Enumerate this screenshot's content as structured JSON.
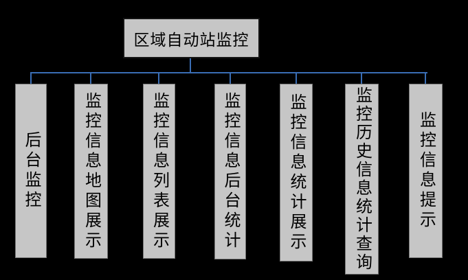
{
  "diagram": {
    "root": {
      "label": "区域自动站监控"
    },
    "children": [
      {
        "label": "后台监控"
      },
      {
        "label": "监控信息地图展示"
      },
      {
        "label": "监控信息列表展示"
      },
      {
        "label": "监控信息后台统计"
      },
      {
        "label": "监控信息统计展示"
      },
      {
        "label": "监控历史信息统计查询"
      },
      {
        "label": "监控信息提示"
      }
    ],
    "colors": {
      "connector": "#3A6EB5",
      "box_fill": "#C6C6C6",
      "box_border": "#777777",
      "background": "#000000",
      "text": "#000000"
    }
  }
}
